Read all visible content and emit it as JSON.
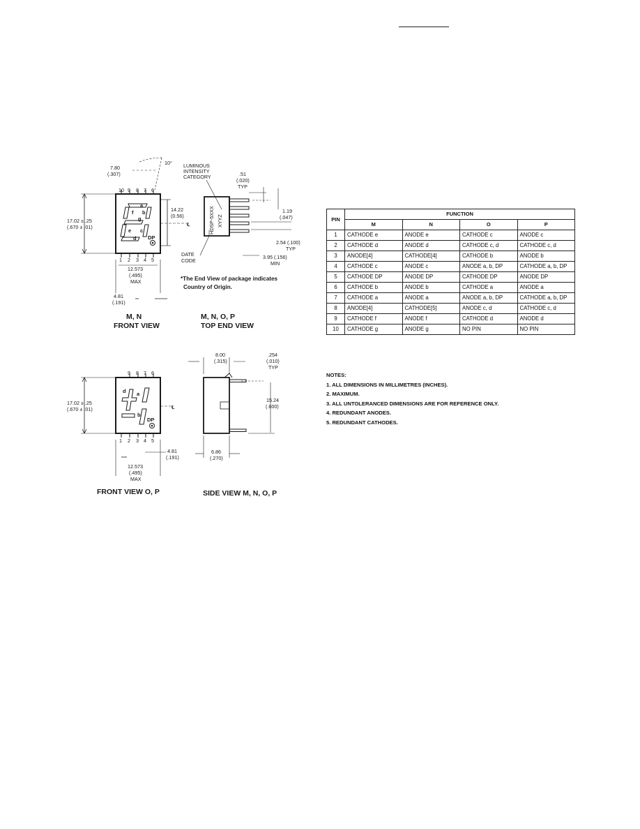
{
  "header_line": "",
  "package_top": {
    "angle": "10°",
    "width_mm": "7.80",
    "width_in": "(.307)",
    "pin_numbers": [
      "10",
      "9",
      "8",
      "7",
      "6"
    ],
    "bottom_pins": [
      "1",
      "2",
      "3",
      "4",
      "5"
    ],
    "height_mm": "17.02 ± .25",
    "height_in": "(.670 ± .01)",
    "seg_height_mm": "14.22",
    "seg_height_in": "(0.56)",
    "centerline": "℄",
    "overall_mm": "12.573",
    "overall_in": "(.495)",
    "max": "MAX",
    "pitch_mm": "4.81",
    "pitch_in": "(.191)",
    "segments": [
      "a",
      "b",
      "c",
      "d",
      "e",
      "f",
      "g",
      "DP"
    ],
    "caption_line1": "M, N",
    "caption_line2": "FRONT VIEW"
  },
  "end_view": {
    "lum_line1": "LUMINOUS",
    "lum_line2": "INTENSITY",
    "lum_line3": "CATEGORY",
    "pin_mm": ".51",
    "pin_in": "(.020)",
    "typ": "TYP",
    "part_text": "HDSP-5XXX",
    "code_text": "XYYZ",
    "offset_mm": "1.19",
    "offset_in": "(.047)",
    "spacing": "2.54 (.100)",
    "spacing_typ": "TYP",
    "length": "3.95 (.156)",
    "length_min": "MIN",
    "date_line1": "DATE",
    "date_line2": "CODE",
    "note_line1": "*The End View of package indicates",
    "note_line2": "Country of Origin.",
    "caption_line1": "M, N, O, P",
    "caption_line2": "TOP END VIEW"
  },
  "package_bottom": {
    "pin_numbers": [
      "9",
      "8",
      "7",
      "6"
    ],
    "bottom_pins": [
      "1",
      "2",
      "3",
      "4",
      "5"
    ],
    "height_mm": "17.02 ± .25",
    "height_in": "(.670 ± .01)",
    "centerline": "℄",
    "overall_mm": "12.573",
    "overall_in": "(.495)",
    "max": "MAX",
    "pitch_mm": "4.81",
    "pitch_in": "(.191)",
    "segments": [
      "a",
      "b",
      "d",
      "DP"
    ],
    "caption": "FRONT VIEW O, P"
  },
  "side_view": {
    "width_mm": "8.00",
    "width_in": "(.315)",
    "lead_mm": ".254",
    "lead_in": "(.010)",
    "typ": "TYP",
    "height_mm": "15.24",
    "height_in": "(.600)",
    "depth_mm": "6.86",
    "depth_in": "(.270)",
    "caption": "SIDE VIEW M, N, O, P"
  },
  "table": {
    "pin_header": "PIN",
    "function_header": "FUNCTION",
    "columns": [
      "M",
      "N",
      "O",
      "P"
    ],
    "rows": [
      {
        "pin": "1",
        "m": "CATHODE e",
        "n": "ANODE e",
        "o": "CATHODE c",
        "p": "ANODE c"
      },
      {
        "pin": "2",
        "m": "CATHODE d",
        "n": "ANODE d",
        "o": "CATHODE c, d",
        "p": "CATHODE c, d"
      },
      {
        "pin": "3",
        "m": "ANODE[4]",
        "n": "CATHODE[4]",
        "o": "CATHODE b",
        "p": "ANODE b"
      },
      {
        "pin": "4",
        "m": "CATHODE c",
        "n": "ANODE c",
        "o": "ANODE a, b, DP",
        "p": "CATHODE a, b, DP"
      },
      {
        "pin": "5",
        "m": "CATHODE DP",
        "n": "ANODE DP",
        "o": "CATHODE DP",
        "p": "ANODE DP"
      },
      {
        "pin": "6",
        "m": "CATHODE b",
        "n": "ANODE b",
        "o": "CATHODE a",
        "p": "ANODE a"
      },
      {
        "pin": "7",
        "m": "CATHODE a",
        "n": "ANODE a",
        "o": "ANODE a, b, DP",
        "p": "CATHODE a, b, DP"
      },
      {
        "pin": "8",
        "m": "ANODE[4]",
        "n": "CATHODE[5]",
        "o": "ANODE c, d",
        "p": "CATHODE c, d"
      },
      {
        "pin": "9",
        "m": "CATHODE f",
        "n": "ANODE f",
        "o": "CATHODE d",
        "p": "ANODE d"
      },
      {
        "pin": "10",
        "m": "CATHODE g",
        "n": "ANODE g",
        "o": "NO PIN",
        "p": "NO PIN"
      }
    ]
  },
  "notes": {
    "title": "NOTES:",
    "items": [
      "1. ALL DIMENSIONS IN MILLIMETRES (INCHES).",
      "2. MAXIMUM.",
      "3. ALL UNTOLERANCED DIMENSIONS ARE FOR REFERENCE ONLY.",
      "4.  REDUNDANT ANODES.",
      "5. REDUNDANT CATHODES."
    ]
  }
}
